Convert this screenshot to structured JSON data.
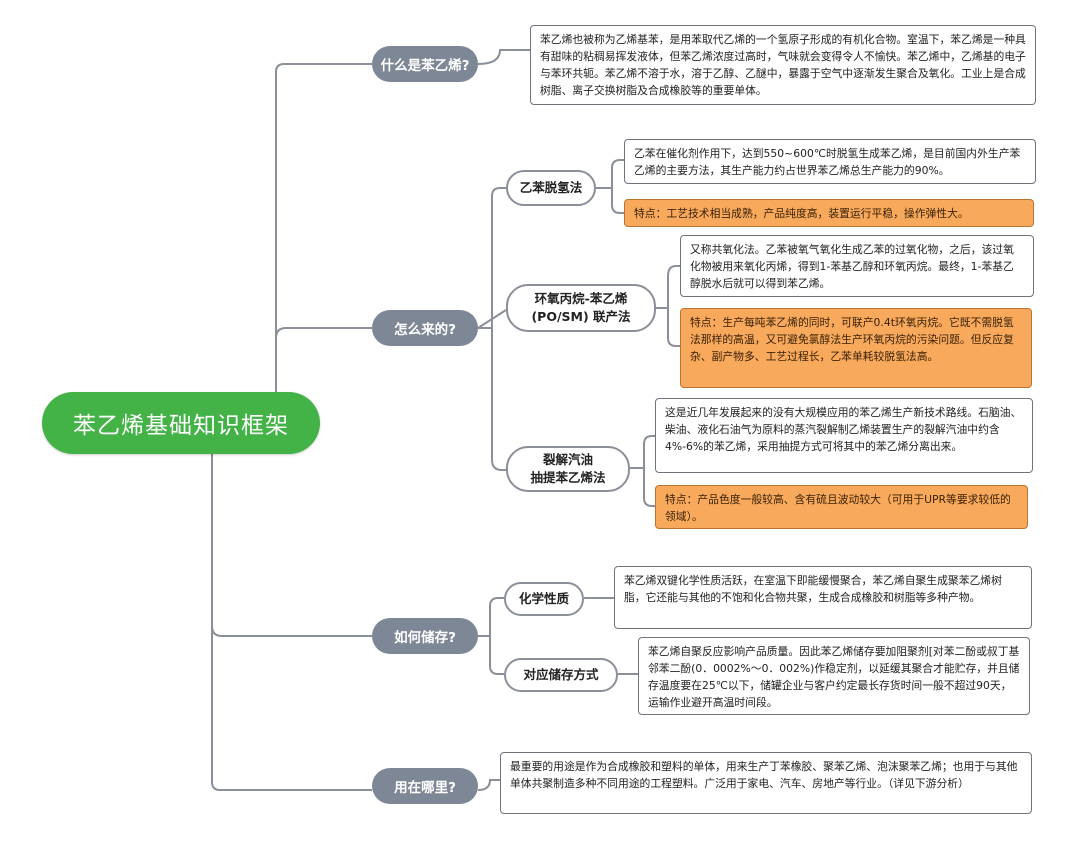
{
  "root": {
    "label": "苯乙烯基础知识框架"
  },
  "branches": {
    "what": {
      "label": "什么是苯乙烯?",
      "text": "苯乙烯也被称为乙烯基苯，是用苯取代乙烯的一个氢原子形成的有机化合物。室温下，苯乙烯是一种具有甜味的粘稠易挥发液体，但苯乙烯浓度过高时，气味就会变得令人不愉快。苯乙烯中，乙烯基的电子与苯环共轭。苯乙烯不溶于水，溶于乙醇、乙醚中，暴露于空气中逐渐发生聚合及氧化。工业上是合成树脂、离子交换树脂及合成橡胶等的重要单体。"
    },
    "how": {
      "label": "怎么来的?",
      "methods": [
        {
          "label": "乙苯脱氢法",
          "desc": "乙苯在催化剂作用下，达到550~600℃时脱氢生成苯乙烯，是目前国内外生产苯乙烯的主要方法，其生产能力约占世界苯乙烯总生产能力的90%。",
          "feature": "特点：工艺技术相当成熟，产品纯度高，装置运行平稳，操作弹性大。"
        },
        {
          "label": "环氧丙烷-苯乙烯\n(PO/SM) 联产法",
          "desc": "又称共氧化法。乙苯被氧气氧化生成乙苯的过氧化物，之后，该过氧化物被用来氧化丙烯，得到1-苯基乙醇和环氧丙烷。最终，1-苯基乙醇脱水后就可以得到苯乙烯。",
          "feature": "特点：生产每吨苯乙烯的同时，可联产0.4t环氧丙烷。它既不需脱氢法那样的高温，又可避免氯醇法生产环氧丙烷的污染问题。但反应复杂、副产物多、工艺过程长，乙苯单耗较脱氢法高。"
        },
        {
          "label": "裂解汽油\n抽提苯乙烯法",
          "desc": "这是近几年发展起来的没有大规模应用的苯乙烯生产新技术路线。石脑油、柴油、液化石油气为原料的蒸汽裂解制乙烯装置生产的裂解汽油中约含4%-6%的苯乙烯，采用抽提方式可将其中的苯乙烯分离出来。",
          "feature": "特点：产品色度一般较高、含有硫且波动较大（可用于UPR等要求较低的领域）。"
        }
      ]
    },
    "store": {
      "label": "如何储存?",
      "items": [
        {
          "label": "化学性质",
          "desc": "苯乙烯双键化学性质活跃，在室温下即能缓慢聚合，苯乙烯自聚生成聚苯乙烯树脂，它还能与其他的不饱和化合物共聚，生成合成橡胶和树脂等多种产物。"
        },
        {
          "label": "对应储存方式",
          "desc": "苯乙烯自聚反应影响产品质量。因此苯乙烯储存要加阻聚剂[对苯二酚或叔丁基邻苯二酚(0．0002%～0．002%)作稳定剂，以延缓其聚合才能贮存，并且储存温度要在25℃以下，储罐企业与客户约定最长存货时间一般不超过90天，运输作业避开高温时间段。"
        }
      ]
    },
    "use": {
      "label": "用在哪里?",
      "text": "最重要的用途是作为合成橡胶和塑料的单体，用来生产丁苯橡胶、聚苯乙烯、泡沫聚苯乙烯；也用于与其他单体共聚制造多种不同用途的工程塑料。广泛用于家电、汽车、房地产等行业。（详见下游分析）"
    }
  },
  "colors": {
    "root": "#44b347",
    "branch": "#7e8796",
    "connector": "#8a8f99",
    "feature": "#f8a95c"
  }
}
